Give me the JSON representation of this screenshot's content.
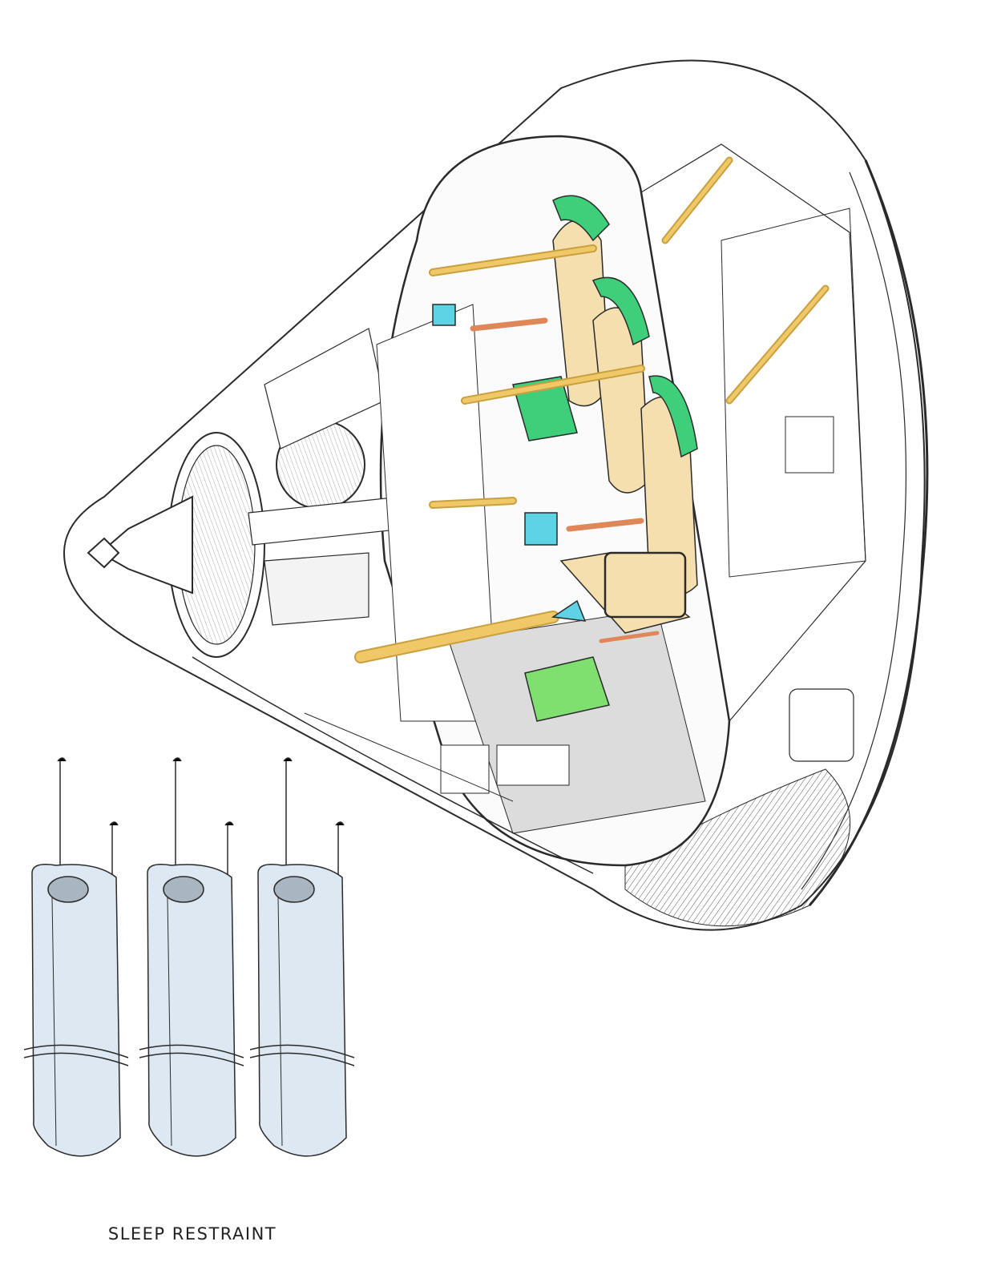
{
  "figure": {
    "caption": "SLEEP RESTRAINT",
    "colors": {
      "line": "#2a2a2a",
      "seat_green": "#3fcf7a",
      "couch_tan": "#f5dfae",
      "strut_yellow": "#f0c868",
      "actuator_orange": "#e0875a",
      "cyan_part": "#5fd3e6",
      "bag_blue": "#dde8f2",
      "shadow_gray": "#9a9a9a"
    },
    "restraints": [
      "sleep-restraint-bag",
      "sleep-restraint-bag",
      "sleep-restraint-bag"
    ]
  }
}
